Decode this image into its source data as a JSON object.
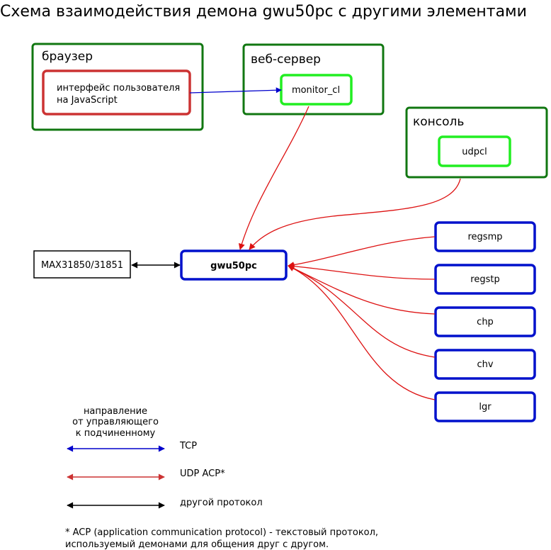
{
  "title": "Схема взаимодействия демона gwu50pc с другими элементами",
  "groups": {
    "browser": "браузер",
    "webserver": "веб-сервер",
    "console": "консоль"
  },
  "nodes": {
    "js_ui_line1": "интерфейс пользователя",
    "js_ui_line2": "на JavaScript",
    "monitor_cl": "monitor_cl",
    "udpcl": "udpcl",
    "max": "MAX31850/31851",
    "gwu50pc": "gwu50pc",
    "regsmp": "regsmp",
    "regstp": "regstp",
    "chp": "chp",
    "chv": "chv",
    "lgr": "lgr"
  },
  "legend": {
    "heading_line1": "направление",
    "heading_line2": "от управляющего",
    "heading_line3": "к подчиненному",
    "tcp": "TCP",
    "udp": "UDP ACP*",
    "other": "другой протокол",
    "tcp_color": "#0000cc",
    "udp_color": "#cc3333",
    "other_color": "#000000"
  },
  "footnote": {
    "line1": "* ACP (application communication protocol) - текстовый протокол,",
    "line2": "используемый демонами для общения друг с другом."
  },
  "colors": {
    "group_border": "#117711",
    "green_node": "#22ee22",
    "red_node": "#cc3333",
    "blue_node": "#0011cc",
    "tcp_edge": "#0000cc",
    "udp_edge": "#dd1111"
  }
}
